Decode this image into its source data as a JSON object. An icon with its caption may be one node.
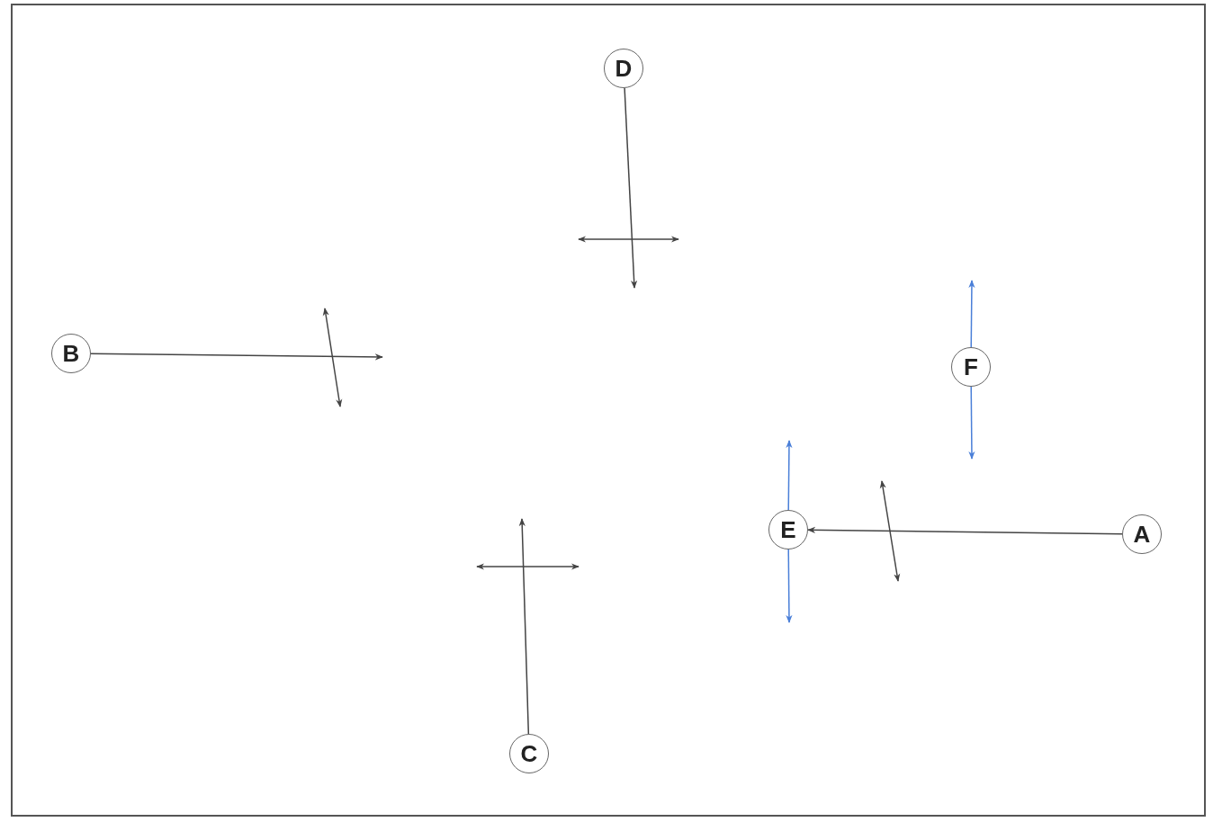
{
  "diagram": {
    "nodes": [
      {
        "text": [
          "D"
        ]
      },
      {
        "text": [
          "B"
        ]
      },
      {
        "text": [
          "F"
        ]
      },
      {
        "text": [
          "E"
        ]
      },
      {
        "text": [
          "A"
        ]
      },
      {
        "text": [
          "C"
        ]
      }
    ],
    "edges": [
      {
        "from": 0,
        "to": null,
        "arrow": "to"
      },
      {
        "from": 1,
        "to": null,
        "arrow": "to"
      },
      {
        "from": 5,
        "to": null,
        "arrow": "to"
      },
      {
        "from": 4,
        "to": 3,
        "arrow": "to"
      },
      {
        "from": 3,
        "to": null,
        "arrow": "to",
        "color": "#4a7fd8"
      },
      {
        "from": 3,
        "to": null,
        "arrow": "to",
        "color": "#4a7fd8"
      },
      {
        "from": 2,
        "to": null,
        "arrow": "to",
        "color": "#4a7fd8"
      },
      {
        "from": 2,
        "to": null,
        "arrow": "to",
        "color": "#4a7fd8"
      }
    ]
  }
}
